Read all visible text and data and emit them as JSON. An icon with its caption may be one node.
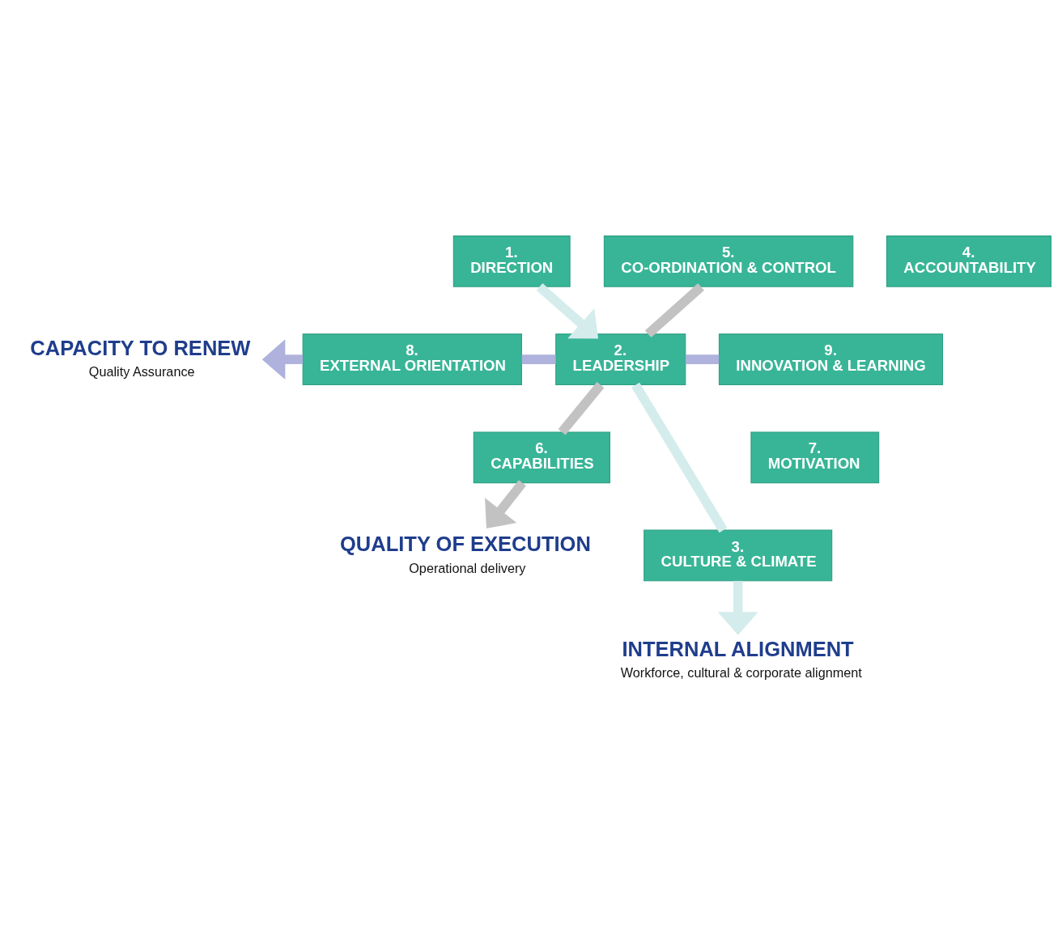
{
  "diagram": {
    "nodes": [
      {
        "text": [
          "1.",
          "DIRECTION"
        ]
      },
      {
        "text": [
          "4.",
          "ACCOUNTABILITY"
        ]
      },
      {
        "text": [
          "5.",
          "CO-ORDINATION & CONTROL"
        ]
      },
      {
        "text": [
          "CAPACITY TO RENEW",
          "Quality Assurance"
        ]
      },
      {
        "text": [
          "8.",
          "EXTERNAL ORIENTATION"
        ]
      },
      {
        "text": [
          "2.",
          "LEADERSHIP"
        ]
      },
      {
        "text": [
          "9.",
          "INNOVATION & LEARNING"
        ]
      },
      {
        "text": [
          "6.",
          "CAPABILITIES"
        ]
      },
      {
        "text": [
          "7.",
          "MOTIVATION"
        ]
      },
      {
        "text": [
          "3.",
          "CULTURE & CLIMATE"
        ]
      },
      {
        "text": [
          "QUALITY OF EXECUTION",
          "Operational delivery"
        ]
      },
      {
        "text": [
          "INTERNAL ALIGNMENT",
          "Workforce, cultural & corporate alignment"
        ]
      }
    ],
    "edges": [
      {
        "from": 0,
        "to": 5,
        "arrow": "to",
        "color": "#d4ecec"
      },
      {
        "from": 5,
        "to": 9,
        "arrow": "none",
        "color": "#d4ecec"
      },
      {
        "from": 9,
        "to": 11,
        "arrow": "to",
        "color": "#d4ecec"
      },
      {
        "from": 6,
        "to": 5,
        "arrow": "none",
        "color": "#aeb2dc"
      },
      {
        "from": 5,
        "to": 4,
        "arrow": "none",
        "color": "#aeb2dc"
      },
      {
        "from": 4,
        "to": 3,
        "arrow": "to",
        "color": "#aeb2dc"
      },
      {
        "from": 2,
        "to": 5,
        "arrow": "none",
        "color": "#c2c2c2"
      },
      {
        "from": 5,
        "to": 7,
        "arrow": "none",
        "color": "#c2c2c2"
      },
      {
        "from": 7,
        "to": 10,
        "arrow": "to",
        "color": "#c2c2c2"
      }
    ]
  }
}
